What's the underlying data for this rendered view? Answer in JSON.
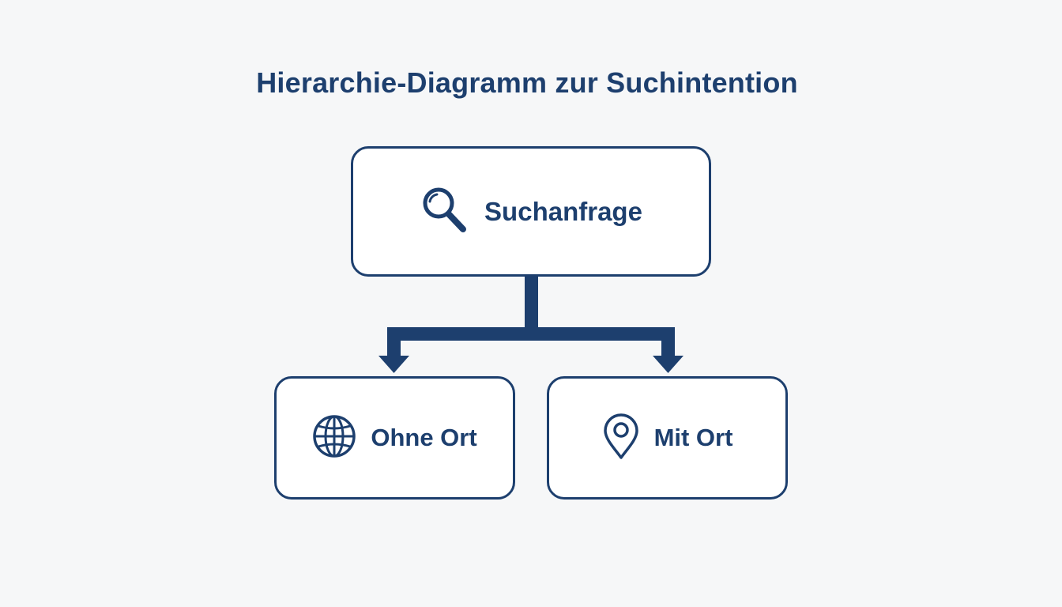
{
  "diagram": {
    "title": "Hierarchie-Diagramm zur Suchintention",
    "colors": {
      "primary": "#1d3f6e",
      "node_fill": "#ffffff",
      "background": "#f6f7f8"
    },
    "root": {
      "label": "Suchanfrage",
      "icon": "search-icon"
    },
    "children": [
      {
        "label": "Ohne Ort",
        "icon": "globe-icon"
      },
      {
        "label": "Mit Ort",
        "icon": "map-pin-icon"
      }
    ]
  }
}
